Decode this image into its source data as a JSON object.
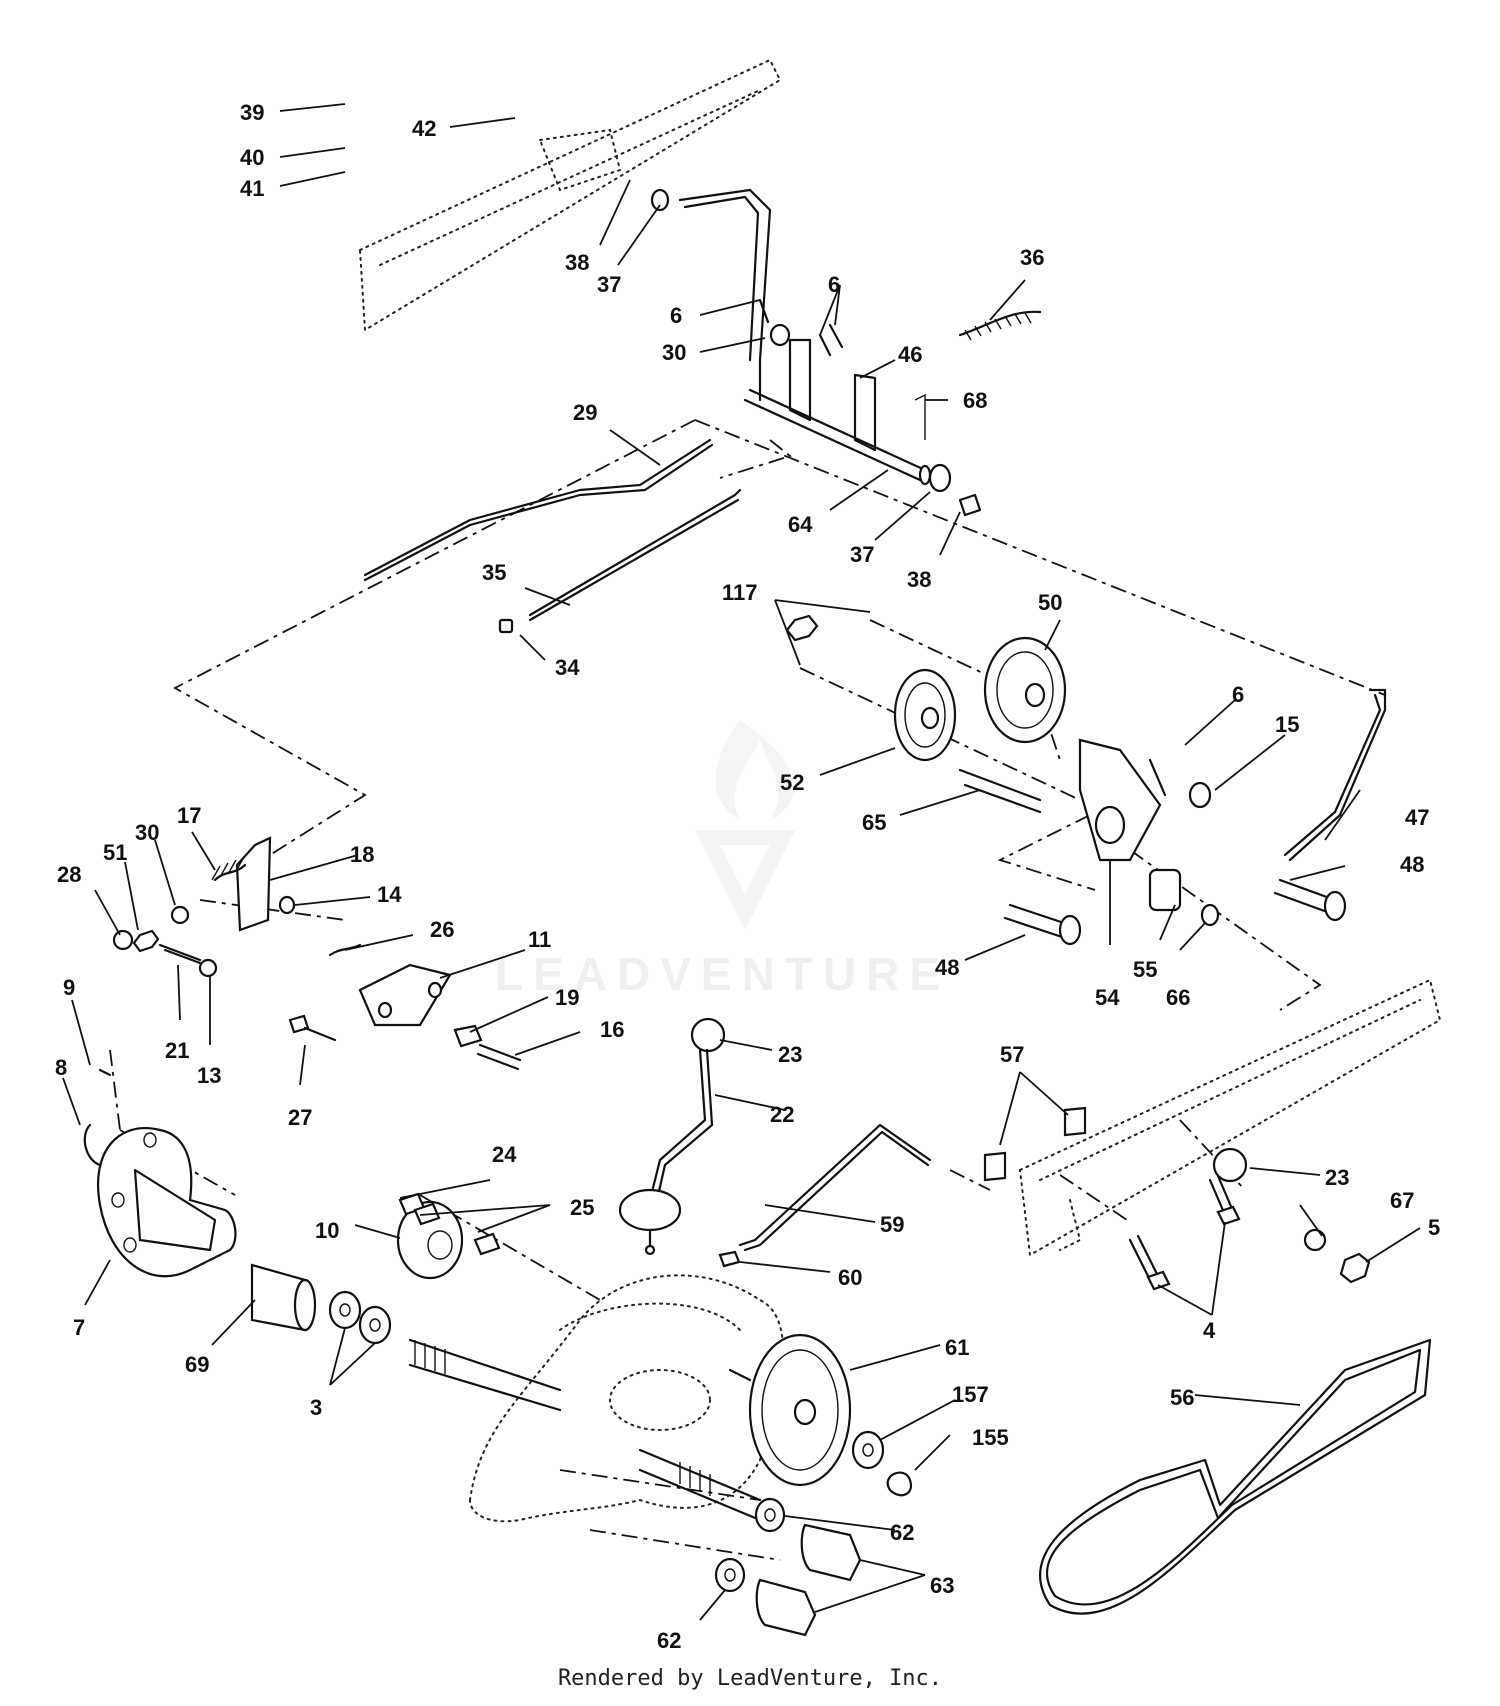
{
  "watermark": {
    "brand": "LEADVENTURE"
  },
  "footer": {
    "credit": "Rendered by LeadVenture, Inc."
  },
  "callouts": [
    {
      "id": "c39",
      "label": "39"
    },
    {
      "id": "c40",
      "label": "40"
    },
    {
      "id": "c41",
      "label": "41"
    },
    {
      "id": "c42",
      "label": "42"
    },
    {
      "id": "c38a",
      "label": "38"
    },
    {
      "id": "c37a",
      "label": "37"
    },
    {
      "id": "c36",
      "label": "36"
    },
    {
      "id": "c6a",
      "label": "6"
    },
    {
      "id": "c6b",
      "label": "6"
    },
    {
      "id": "c30a",
      "label": "30"
    },
    {
      "id": "c46",
      "label": "46"
    },
    {
      "id": "c68",
      "label": "68"
    },
    {
      "id": "c29",
      "label": "29"
    },
    {
      "id": "c64",
      "label": "64"
    },
    {
      "id": "c37b",
      "label": "37"
    },
    {
      "id": "c38b",
      "label": "38"
    },
    {
      "id": "c35",
      "label": "35"
    },
    {
      "id": "c34",
      "label": "34"
    },
    {
      "id": "c117",
      "label": "117"
    },
    {
      "id": "c50",
      "label": "50"
    },
    {
      "id": "c6c",
      "label": "6"
    },
    {
      "id": "c15",
      "label": "15"
    },
    {
      "id": "c52",
      "label": "52"
    },
    {
      "id": "c65",
      "label": "65"
    },
    {
      "id": "c47",
      "label": "47"
    },
    {
      "id": "c48a",
      "label": "48"
    },
    {
      "id": "c48b",
      "label": "48"
    },
    {
      "id": "c54",
      "label": "54"
    },
    {
      "id": "c55",
      "label": "55"
    },
    {
      "id": "c66",
      "label": "66"
    },
    {
      "id": "c17",
      "label": "17"
    },
    {
      "id": "c30b",
      "label": "30"
    },
    {
      "id": "c51",
      "label": "51"
    },
    {
      "id": "c28",
      "label": "28"
    },
    {
      "id": "c18",
      "label": "18"
    },
    {
      "id": "c14",
      "label": "14"
    },
    {
      "id": "c26",
      "label": "26"
    },
    {
      "id": "c11",
      "label": "11"
    },
    {
      "id": "c19",
      "label": "19"
    },
    {
      "id": "c16",
      "label": "16"
    },
    {
      "id": "c21",
      "label": "21"
    },
    {
      "id": "c13",
      "label": "13"
    },
    {
      "id": "c27",
      "label": "27"
    },
    {
      "id": "c9",
      "label": "9"
    },
    {
      "id": "c8",
      "label": "8"
    },
    {
      "id": "c23a",
      "label": "23"
    },
    {
      "id": "c22",
      "label": "22"
    },
    {
      "id": "c57",
      "label": "57"
    },
    {
      "id": "c23b",
      "label": "23"
    },
    {
      "id": "c24",
      "label": "24"
    },
    {
      "id": "c25",
      "label": "25"
    },
    {
      "id": "c10",
      "label": "10"
    },
    {
      "id": "c59",
      "label": "59"
    },
    {
      "id": "c60",
      "label": "60"
    },
    {
      "id": "c67",
      "label": "67"
    },
    {
      "id": "c5",
      "label": "5"
    },
    {
      "id": "c4",
      "label": "4"
    },
    {
      "id": "c7",
      "label": "7"
    },
    {
      "id": "c69",
      "label": "69"
    },
    {
      "id": "c3",
      "label": "3"
    },
    {
      "id": "c61",
      "label": "61"
    },
    {
      "id": "c157",
      "label": "157"
    },
    {
      "id": "c155",
      "label": "155"
    },
    {
      "id": "c56",
      "label": "56"
    },
    {
      "id": "c62a",
      "label": "62"
    },
    {
      "id": "c63",
      "label": "63"
    },
    {
      "id": "c62b",
      "label": "62"
    }
  ]
}
